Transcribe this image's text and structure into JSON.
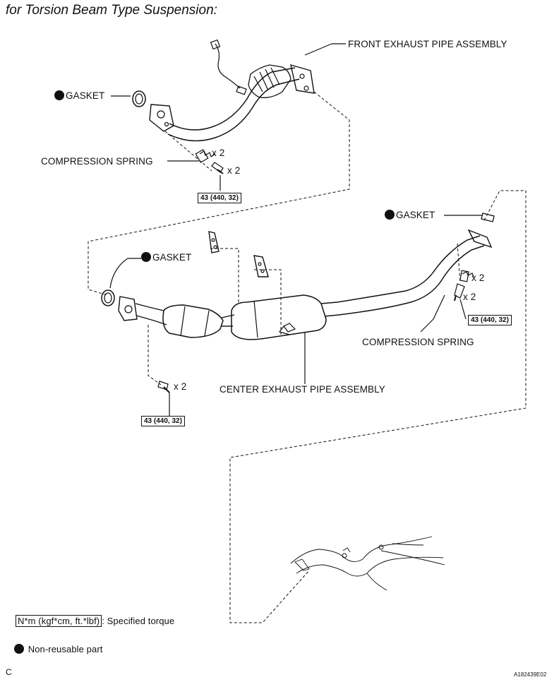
{
  "title": "for Torsion Beam Type Suspension:",
  "labels": {
    "front_exhaust_pipe_assembly": "FRONT EXHAUST PIPE ASSEMBLY",
    "gasket_front": "GASKET",
    "compression_spring_front": "COMPRESSION SPRING",
    "qty_spring_front": "x 2",
    "qty_bolt_front": "x 2",
    "torque_front": "43 (440, 32)",
    "gasket_rear": "GASKET",
    "qty_spring_rear": "x 2",
    "qty_bolt_rear": "x 2",
    "torque_rear": "43 (440, 32)",
    "compression_spring_rear": "COMPRESSION SPRING",
    "gasket_center": "GASKET",
    "center_exhaust_pipe_assembly": "CENTER EXHAUST PIPE ASSEMBLY",
    "qty_bolt_center": "x 2",
    "torque_center": "43 (440, 32)"
  },
  "legend": {
    "torque_unit": "N*m (kgf*cm, ft.*lbf)",
    "torque_desc": ": Specified torque",
    "nonreusable": "Non-reusable part"
  },
  "footer": {
    "left_code": "C",
    "figure_id": "A182439E02"
  }
}
